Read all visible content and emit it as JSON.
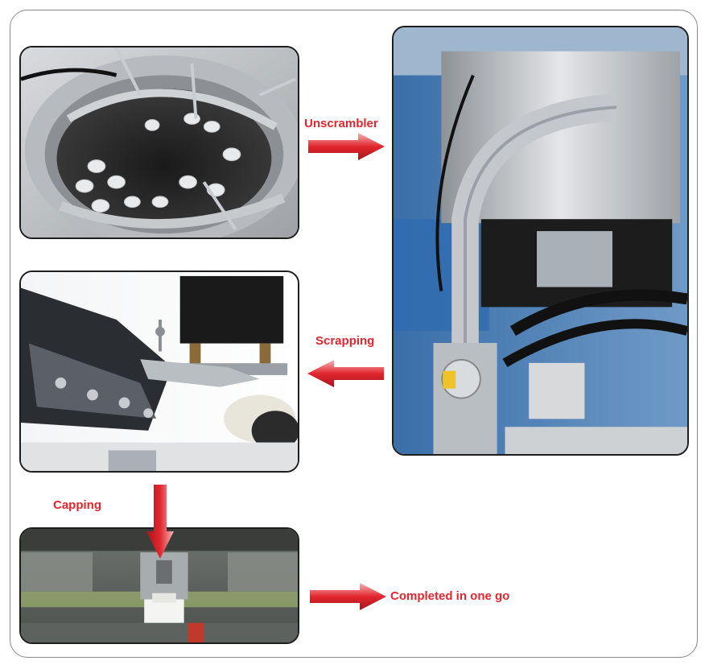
{
  "labels": {
    "unscrambler": "Unscrambler",
    "scrapping": "Scrapping",
    "capping": "Capping",
    "completed": "Completed in one go"
  },
  "colors": {
    "accent": "#e3262e",
    "frame_border": "#8a8a8a"
  },
  "icons": {
    "right_arrow": "right-arrow-icon",
    "left_arrow": "left-arrow-icon",
    "down_arrow": "down-arrow-icon"
  }
}
